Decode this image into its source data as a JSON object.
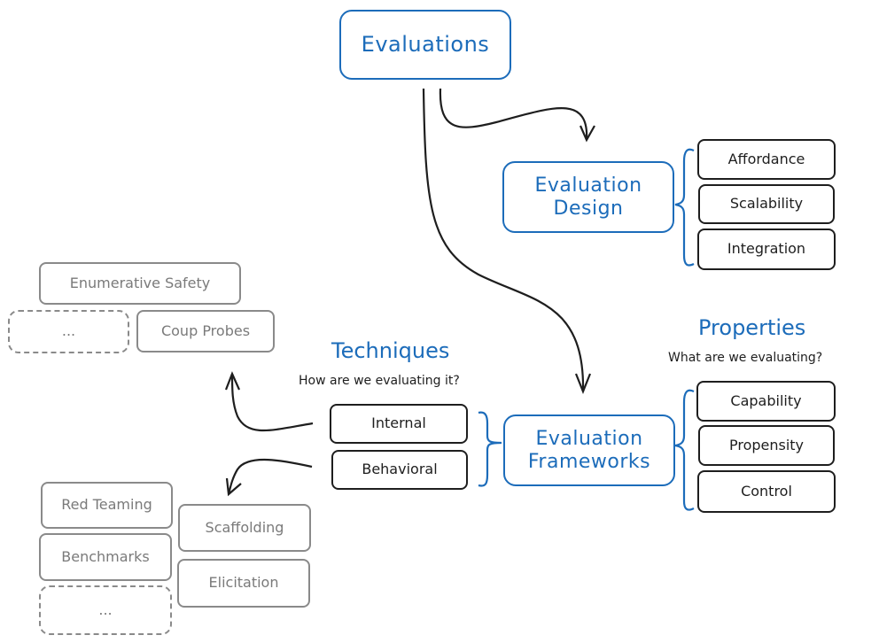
{
  "colors": {
    "accent": "#1c6cba",
    "ink": "#1e1e1e",
    "muted": "#8a8a8a"
  },
  "root": {
    "label": "Evaluations"
  },
  "design": {
    "label_line1": "Evaluation",
    "label_line2": "Design",
    "items": [
      "Affordance",
      "Scalability",
      "Integration"
    ]
  },
  "frameworks": {
    "label_line1": "Evaluation",
    "label_line2": "Frameworks"
  },
  "properties": {
    "title": "Properties",
    "question": "What are we evaluating?",
    "items": [
      "Capability",
      "Propensity",
      "Control"
    ]
  },
  "techniques": {
    "title": "Techniques",
    "question": "How are we evaluating it?",
    "items": [
      "Internal",
      "Behavioral"
    ]
  },
  "internal_examples": {
    "items": [
      "Enumerative Safety",
      "Coup Probes"
    ],
    "more": "..."
  },
  "behavioral_examples": {
    "left": [
      "Red Teaming",
      "Benchmarks"
    ],
    "right": [
      "Scaffolding",
      "Elicitation"
    ],
    "more": "..."
  }
}
